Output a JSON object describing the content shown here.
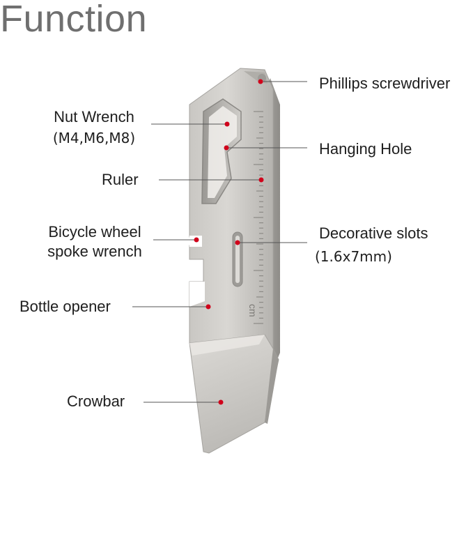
{
  "title": "Function",
  "callouts": [
    {
      "id": "phillips",
      "label": "Phillips screwdriver"
    },
    {
      "id": "nut",
      "label": "Nut Wrench",
      "sub": "(M4,M6,M8)"
    },
    {
      "id": "hanging",
      "label": "Hanging Hole"
    },
    {
      "id": "ruler",
      "label": "Ruler"
    },
    {
      "id": "spoke",
      "label": "Bicycle wheel",
      "sub": "spoke wrench"
    },
    {
      "id": "slots",
      "label": "Decorative slots",
      "sub": "(1.6x7mm)"
    },
    {
      "id": "bottle",
      "label": "Bottle opener"
    },
    {
      "id": "crowbar",
      "label": "Crowbar"
    }
  ],
  "ruler_unit": "cm",
  "colors": {
    "marker": "#d0021b",
    "leader": "#555555",
    "title": "#6f6f6f"
  }
}
